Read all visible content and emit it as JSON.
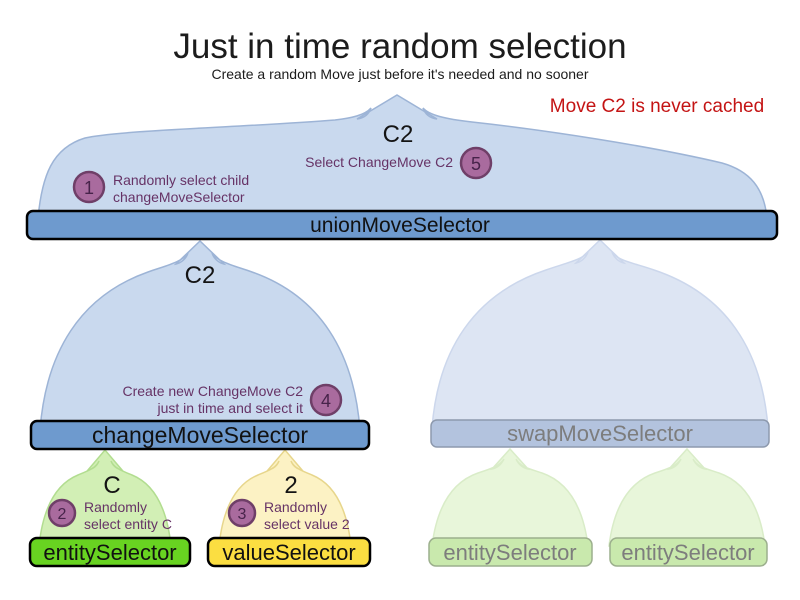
{
  "title": "Just in time random selection",
  "subtitle": "Create a random Move just before it's needed and no sooner",
  "note": "Move C2 is never cached",
  "io_labels": {
    "union_out": "C2",
    "change_out": "C2",
    "entity_out": "C",
    "value_out": "2"
  },
  "bars": {
    "union": "unionMoveSelector",
    "change": "changeMoveSelector",
    "swap": "swapMoveSelector",
    "entity": "entitySelector",
    "value": "valueSelector",
    "entity_faded_left": "entitySelector",
    "entity_faded_right": "entitySelector"
  },
  "steps": {
    "s1": {
      "num": "1",
      "line1": "Randomly select child",
      "line2": "changeMoveSelector"
    },
    "s2": {
      "num": "2",
      "line1": "Randomly",
      "line2": "select entity C"
    },
    "s3": {
      "num": "3",
      "line1": "Randomly",
      "line2": "select value 2"
    },
    "s4": {
      "num": "4",
      "line1": "Create new ChangeMove C2",
      "line2": "just in time and select it"
    },
    "s5": {
      "num": "5",
      "line1": "Select ChangeMove C2"
    }
  },
  "colors": {
    "note_red": "#c41414",
    "step_text_purple": "#663366",
    "circle_fill": "#a96b9e",
    "circle_stroke": "#6f3f68",
    "active_bar_blue": "#6e9ace",
    "mound_blue": "#c9d9ee",
    "faded_bar_blue": "#b3c3de",
    "faded_mound_blue": "#dde5f3",
    "entity_bar_green": "#68d321",
    "entity_mound_green": "#d2efb5",
    "value_bar_yellow": "#fbde41",
    "value_mound_yellow": "#fcf2c4",
    "faded_bar_green": "#c9e9ad",
    "faded_mound_green": "#e8f6da",
    "faded_label_gray": "#7d7d7d"
  }
}
